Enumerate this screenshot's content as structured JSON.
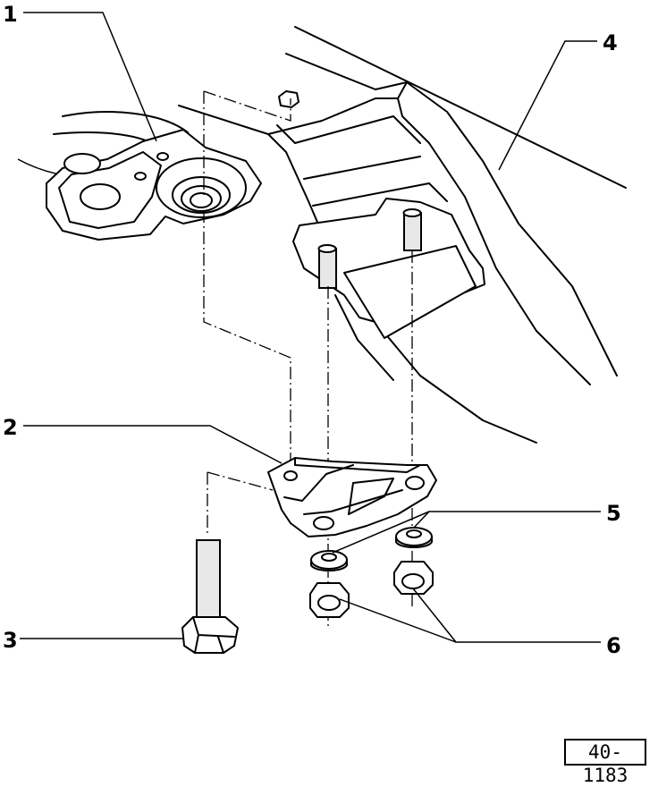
{
  "callouts": [
    {
      "id": "1",
      "text": "1"
    },
    {
      "id": "2",
      "text": "2"
    },
    {
      "id": "3",
      "text": "3"
    },
    {
      "id": "4",
      "text": "4"
    },
    {
      "id": "5",
      "text": "5"
    },
    {
      "id": "6",
      "text": "6"
    }
  ],
  "reference": "40-1183"
}
